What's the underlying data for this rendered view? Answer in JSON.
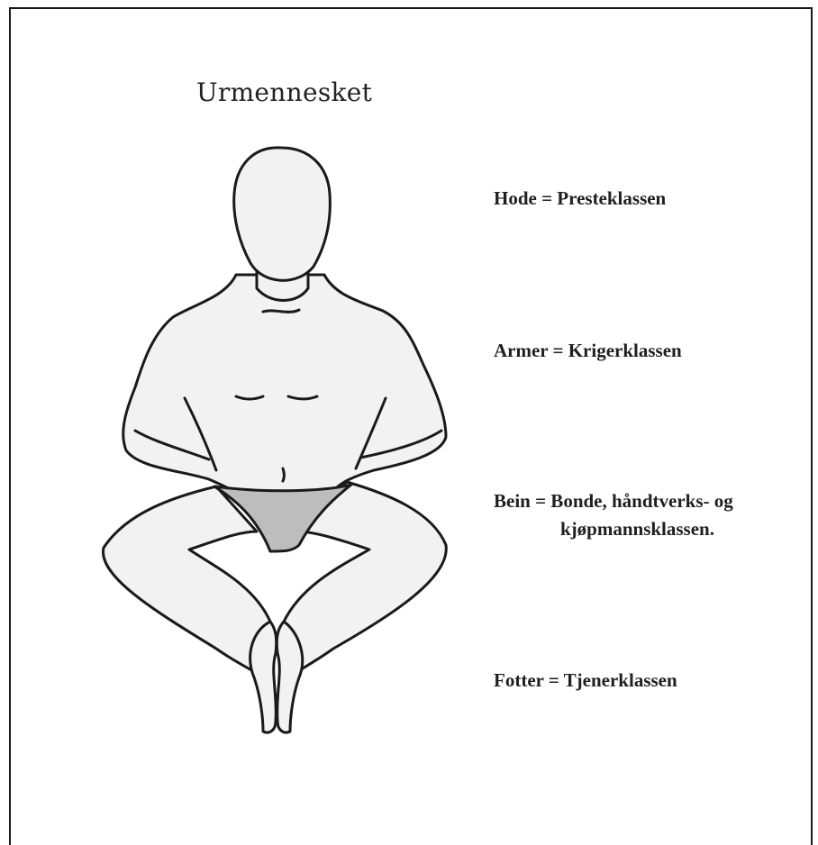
{
  "diagram": {
    "title": "Urmennesket",
    "labels": [
      {
        "line1": "Hode = Presteklassen",
        "line2": ""
      },
      {
        "line1": "Armer = Krigerklassen",
        "line2": ""
      },
      {
        "line1": "Bein = Bonde, håndtverks- og",
        "line2": "kjøpmannsklassen."
      },
      {
        "line1": "Fotter = Tjenerklassen",
        "line2": ""
      }
    ]
  },
  "colors": {
    "line": "#1a1a1a",
    "skin": "#f2f2f2",
    "loincloth": "#bdbdbd",
    "text": "#1f1f1f"
  }
}
